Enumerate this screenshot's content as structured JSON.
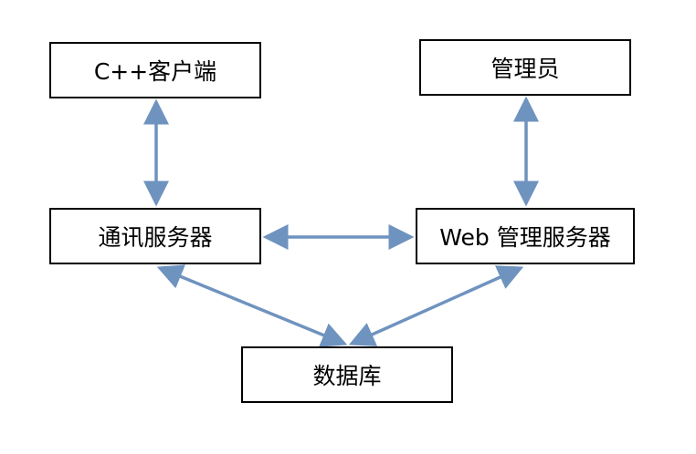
{
  "nodes": {
    "client": "C++客户端",
    "admin": "管理员",
    "comm_server": "通讯服务器",
    "web_server": "Web 管理服务器",
    "database": "数据库"
  },
  "edges": [
    {
      "from": "client",
      "to": "comm_server",
      "direction": "both"
    },
    {
      "from": "admin",
      "to": "web_server",
      "direction": "both"
    },
    {
      "from": "comm_server",
      "to": "web_server",
      "direction": "both"
    },
    {
      "from": "comm_server",
      "to": "database",
      "direction": "both"
    },
    {
      "from": "web_server",
      "to": "database",
      "direction": "both"
    }
  ],
  "colors": {
    "arrow": "#6f93bf",
    "box_border": "#000000",
    "background": "#ffffff"
  }
}
